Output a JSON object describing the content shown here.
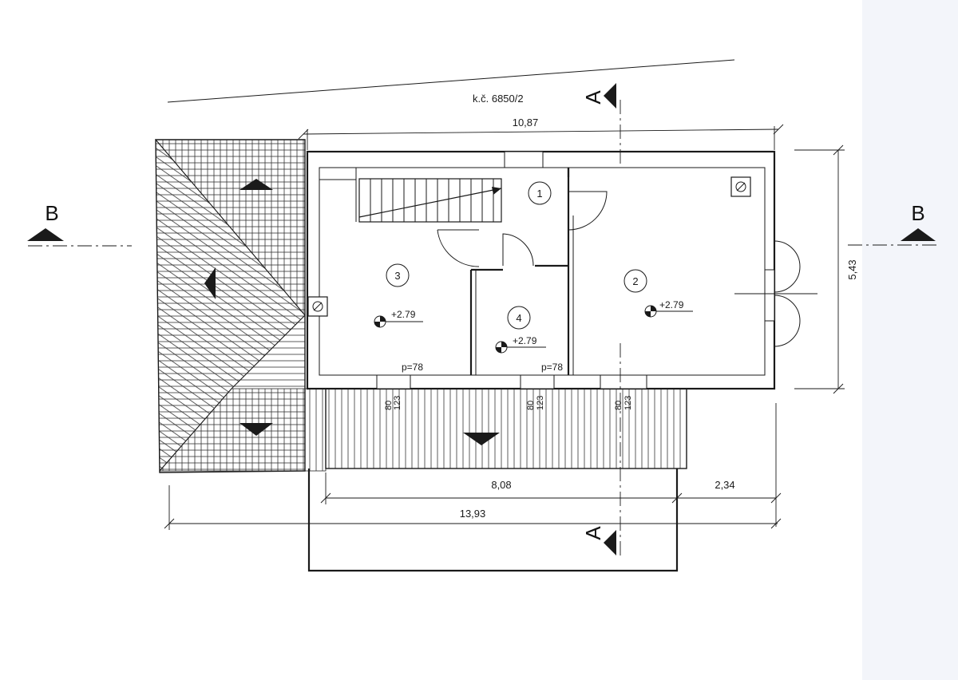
{
  "plot": {
    "parcel_label": "k.č. 6850/2"
  },
  "section_marks": {
    "a_top": "A",
    "a_bottom": "A",
    "b_left": "B",
    "b_right": "B"
  },
  "rooms": [
    {
      "number": "1"
    },
    {
      "number": "2",
      "level": "+2.79"
    },
    {
      "number": "3",
      "level": "+2.79"
    },
    {
      "number": "4",
      "level": "+2.79"
    }
  ],
  "windows": {
    "w1": {
      "width": "80",
      "height": "123",
      "parapet": "p=78"
    },
    "w2": {
      "width": "80",
      "height": "123",
      "parapet": "p=78"
    },
    "w3": {
      "width": "80",
      "height": "123"
    }
  },
  "dimensions": {
    "top_width": "10,87",
    "right_height": "5,43",
    "middle_width": "8,08",
    "right_offset": "2,34",
    "total_width": "13,93"
  },
  "colors": {
    "ink": "#1a1a1a",
    "paper": "#ffffff",
    "right_edge_tint": "#eef1f7"
  }
}
